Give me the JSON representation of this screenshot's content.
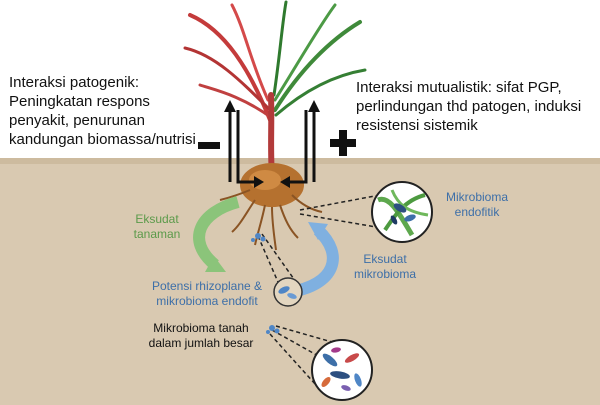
{
  "diagram": {
    "labels": {
      "pathogenic": "Interaksi patogenik:\nPeningkatan respons\npenyakit, penurunan\nkandungan biomassa/nutrisi",
      "mutualistic": "Interaksi mutualistik: sifat PGP,\nperlindungan thd patogen, induksi\nresistensi sistemik",
      "plant_exudate": "Eksudat\ntanaman",
      "endophytic_microbiome": "Mikrobioma\nendofitik",
      "microbial_exudate": "Eksudat\nmikrobioma",
      "rhizoplane_potential": "Potensi rhizoplane &\nmikrobioma endofit",
      "soil_microbiome": "Mikrobioma tanah\ndalam jumlah besar"
    },
    "colors": {
      "soil": "#d9c9b1",
      "plant_green": "#6aa85a",
      "microbe_blue": "#4f86c6",
      "label_green": "#5b9a4a",
      "label_blue": "#3d6fa8",
      "stem": "#b23a3a"
    },
    "symbols": {
      "minus": "minus-sign",
      "plus": "plus-sign"
    }
  }
}
